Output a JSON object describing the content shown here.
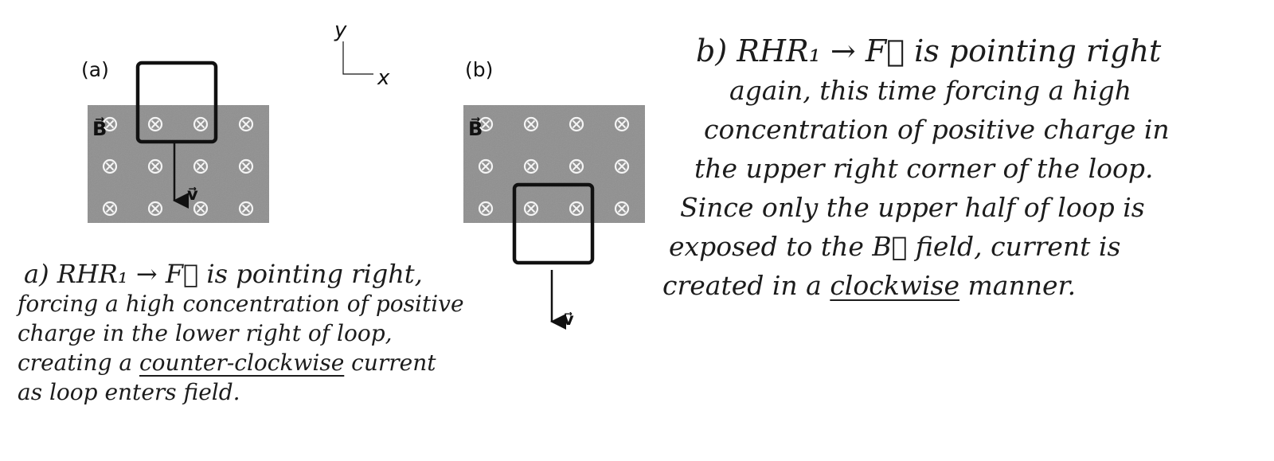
{
  "panel_a": {
    "label": "(a)",
    "field_label": "B⃗",
    "velocity_label": "v⃗"
  },
  "panel_b": {
    "label": "(b)",
    "field_label": "B⃗",
    "velocity_label": "v⃗"
  },
  "axes": {
    "y": "y",
    "x": "x"
  },
  "field_symbol": "⊗",
  "colors": {
    "field_region": "#8f8f8f",
    "ink": "#1c1c1c",
    "loop": "#111111"
  },
  "answer_a": {
    "line1": "a) RHR₁ → F⃗ is pointing right,",
    "line2": "forcing a high concentration of positive",
    "line3": "charge in the lower right of loop,",
    "line4_pre": "creating a ",
    "line4_ul": "counter-clockwise",
    "line4_post": " current",
    "line5": "as loop enters field."
  },
  "answer_b": {
    "line1": "b) RHR₁ → F⃗ is pointing right",
    "line2": "again, this time forcing a high",
    "line3": "concentration of positive charge in",
    "line4": "the upper right corner of the loop.",
    "line5": "Since only the upper half of loop is",
    "line6": "exposed to the B⃗ field, current is",
    "line7_pre": "created in a ",
    "line7_ul": "clockwise",
    "line7_post": " manner."
  }
}
